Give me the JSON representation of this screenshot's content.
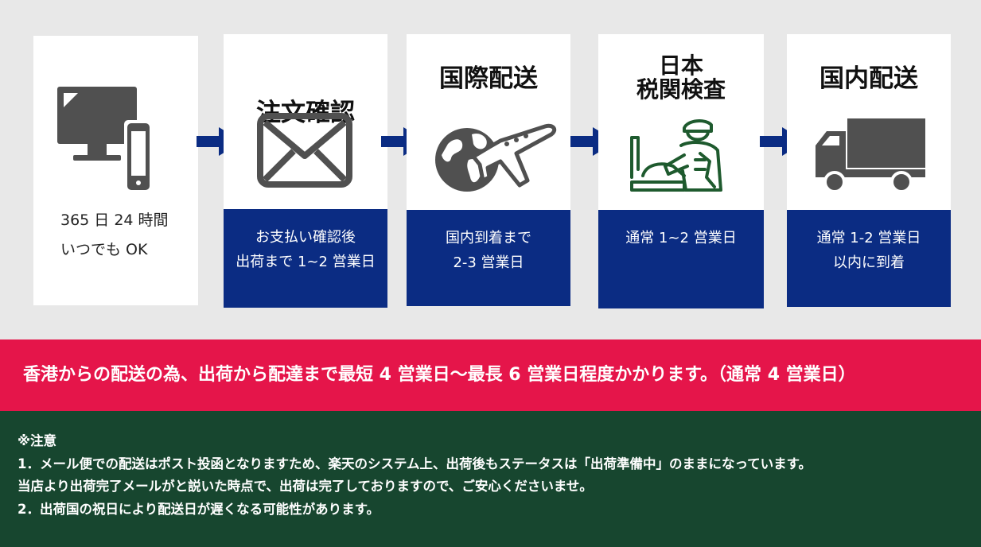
{
  "steps": [
    {
      "title_lines": [],
      "body_lines": [
        "365 日 24 時間",
        "いつでも OK"
      ],
      "icon": "computer-phone-icon"
    },
    {
      "title_lines": [
        "注文確認"
      ],
      "body_lines": [
        "お支払い確認後",
        "出荷まで 1~2 営業日"
      ],
      "icon": "envelope-icon"
    },
    {
      "title_lines": [
        "国際配送"
      ],
      "body_lines": [
        "国内到着まで",
        "2-3 営業日"
      ],
      "icon": "globe-airplane-icon"
    },
    {
      "title_lines": [
        "日本",
        "税関検査"
      ],
      "body_lines": [
        "通常 1~2 営業日"
      ],
      "icon": "customs-inspector-icon"
    },
    {
      "title_lines": [
        "国内配送"
      ],
      "body_lines": [
        "通常 1-2 営業日",
        "以内に到着"
      ],
      "icon": "delivery-truck-icon"
    }
  ],
  "banner": {
    "message": "香港からの配送の為、出荷から配達まで最短 4 営業日～最長 6 営業日程度かかります。（通常 4 営業日）"
  },
  "notes": {
    "heading": "※注意",
    "lines": [
      "1．メール便での配送はポスト投函となりますため、楽天のシステム上、出荷後もステータスは「出荷準備中」のままになっています。",
      "当店より出荷完了メールがと説いた時点で、出荷は完了しておりますので、ご安心くださいませ。",
      "2．出荷国の祝日により配送日が遅くなる可能性があります。"
    ]
  },
  "colors": {
    "step_footer": "#0b2c83",
    "arrow": "#0b2c83",
    "banner": "#e5154a",
    "notes_background": "#17462f",
    "icon_gray": "#505050",
    "icon_green": "#1e5a2e"
  }
}
